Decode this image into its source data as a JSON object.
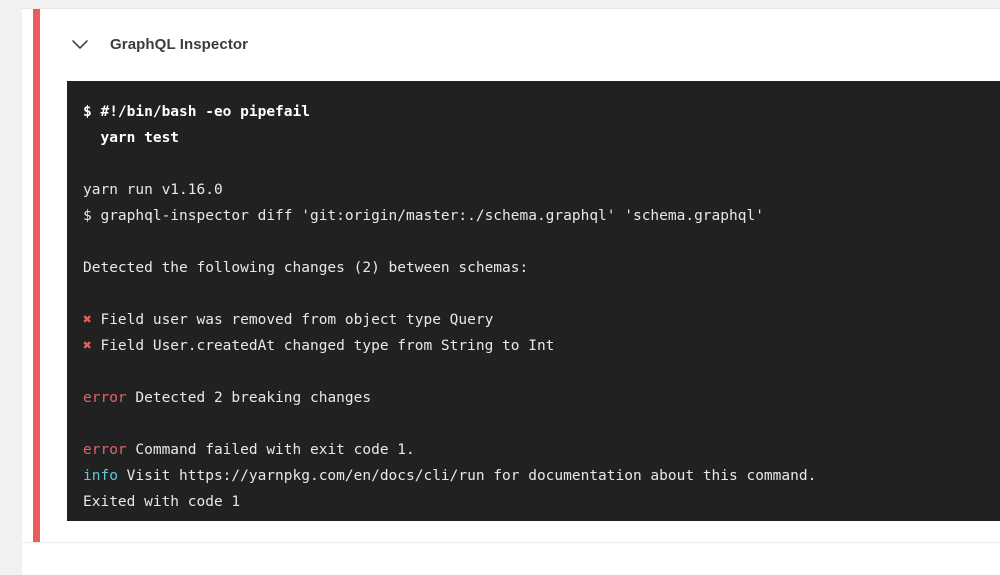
{
  "card": {
    "status_color": "#ea5c5c",
    "background": "#ffffff"
  },
  "step": {
    "toggle_icon": "chevron-down-icon",
    "title": "GraphQL Inspector"
  },
  "terminal": {
    "background": "#212121",
    "text_color": "#e8e8e8",
    "error_color": "#e2636b",
    "info_color": "#5fc7d8",
    "cross_color": "#ef5b5b",
    "lines": [
      {
        "kind": "command",
        "text": "$ #!/bin/bash -eo pipefail"
      },
      {
        "kind": "command",
        "text": "  yarn test"
      },
      {
        "kind": "blank",
        "text": " "
      },
      {
        "kind": "plain",
        "text": "yarn run v1.16.0"
      },
      {
        "kind": "plain",
        "text": "$ graphql-inspector diff 'git:origin/master:./schema.graphql' 'schema.graphql'"
      },
      {
        "kind": "blank",
        "text": " "
      },
      {
        "kind": "plain",
        "text": "Detected the following changes (2) between schemas:"
      },
      {
        "kind": "blank",
        "text": " "
      },
      {
        "kind": "cross",
        "marker": "✖",
        "text": " Field user was removed from object type Query"
      },
      {
        "kind": "cross",
        "marker": "✖",
        "text": " Field User.createdAt changed type from String to Int"
      },
      {
        "kind": "blank",
        "text": " "
      },
      {
        "kind": "tagged",
        "tag": "error",
        "tag_class": "tok-error",
        "text": " Detected 2 breaking changes"
      },
      {
        "kind": "blank",
        "text": " "
      },
      {
        "kind": "tagged",
        "tag": "error",
        "tag_class": "tok-error",
        "text": " Command failed with exit code 1."
      },
      {
        "kind": "tagged",
        "tag": "info",
        "tag_class": "tok-info",
        "text": " Visit https://yarnpkg.com/en/docs/cli/run for documentation about this command."
      },
      {
        "kind": "plain",
        "text": "Exited with code 1"
      }
    ]
  }
}
